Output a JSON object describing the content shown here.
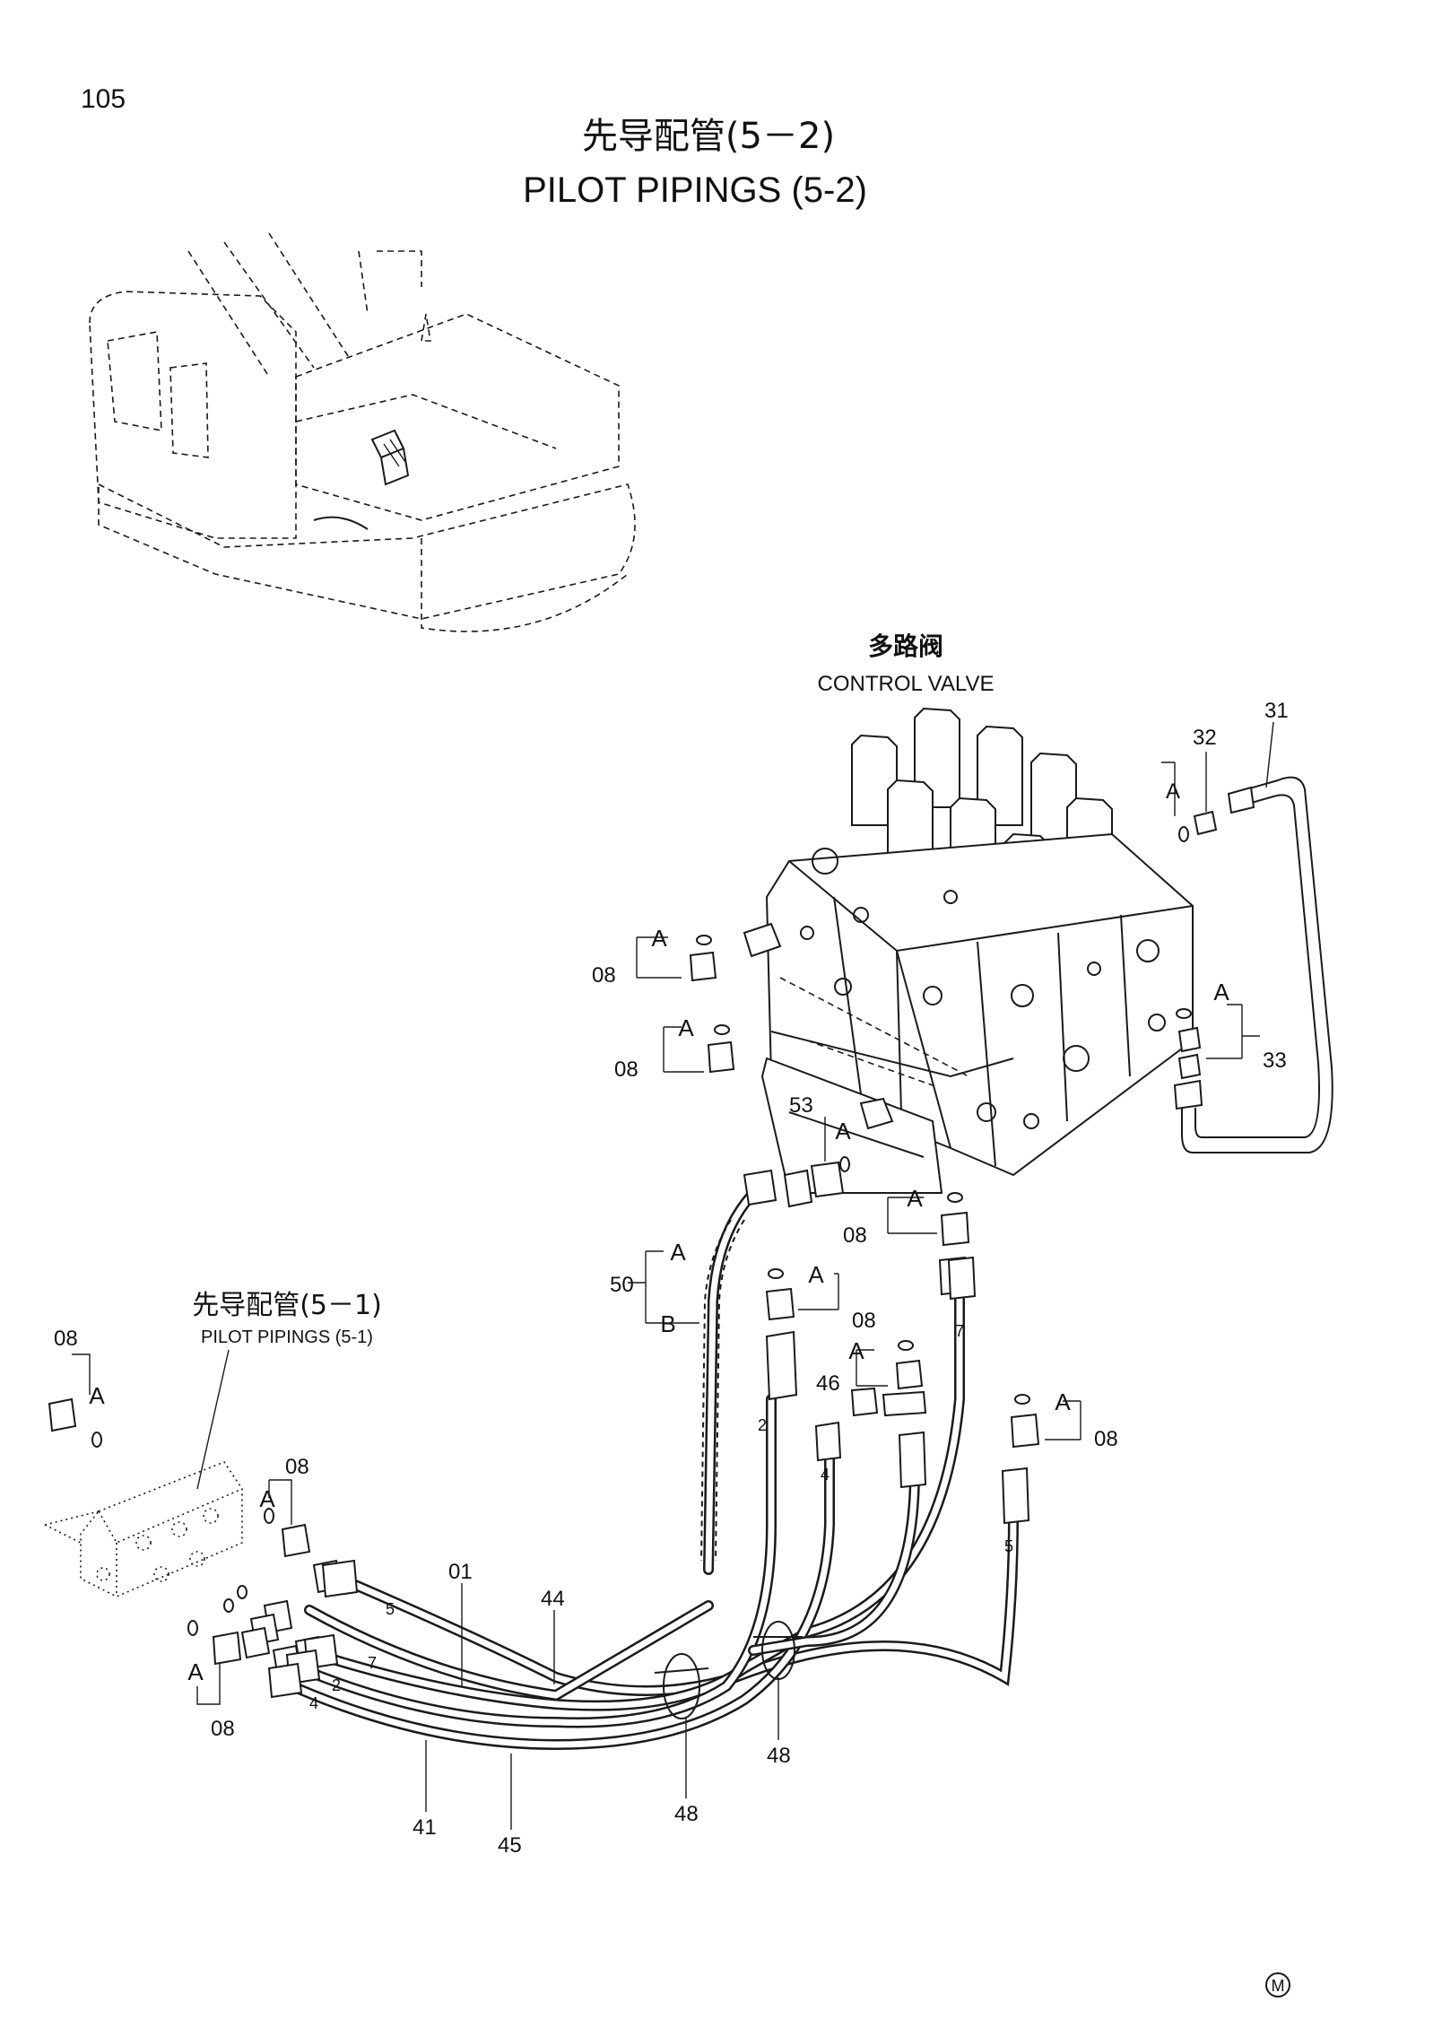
{
  "page": {
    "number": "105",
    "title_cn": "先导配管(5－2)",
    "title_en": "PILOT PIPINGS (5-2)",
    "mark": "M"
  },
  "control_valve": {
    "label_cn": "多路阀",
    "label_en": "CONTROL VALVE"
  },
  "sub_block": {
    "label_cn": "先导配管(5－1)",
    "label_en": "PILOT PIPINGS (5-1)"
  },
  "callouts": {
    "c31": "31",
    "c32": "32",
    "c33": "33",
    "c53": "53",
    "c08": "08",
    "c50": "50",
    "c46": "46",
    "c01": "01",
    "c44": "44",
    "c41": "41",
    "c45": "45",
    "c48": "48",
    "a": "A",
    "b": "B"
  },
  "hose_marks": {
    "h2": "2",
    "h4": "4",
    "h5": "5",
    "h7": "7"
  }
}
